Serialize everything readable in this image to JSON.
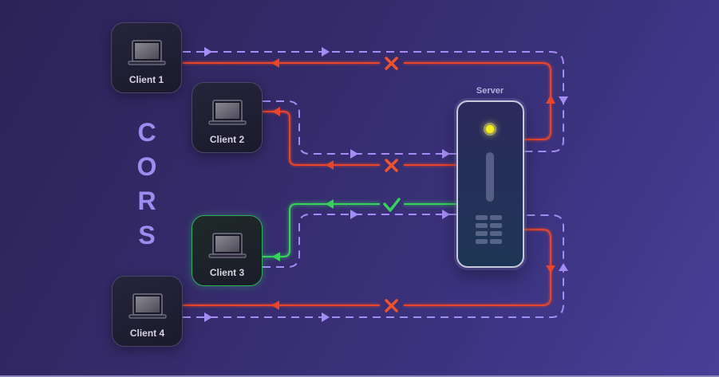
{
  "title": {
    "letters": [
      "C",
      "O",
      "R",
      "S"
    ]
  },
  "server": {
    "label": "Server"
  },
  "clients": [
    {
      "label": "Client 1",
      "status": "blocked",
      "status_icon": "x-mark-icon"
    },
    {
      "label": "Client 2",
      "status": "blocked",
      "status_icon": "x-mark-icon"
    },
    {
      "label": "Client 3",
      "status": "allowed",
      "status_icon": "check-mark-icon"
    },
    {
      "label": "Client 4",
      "status": "blocked",
      "status_icon": "x-mark-icon"
    }
  ],
  "colors": {
    "request_dashed": "#a48cf5",
    "response_blocked": "#e8452c",
    "response_allowed": "#35d35a",
    "cors_text": "#9c8cf0"
  }
}
